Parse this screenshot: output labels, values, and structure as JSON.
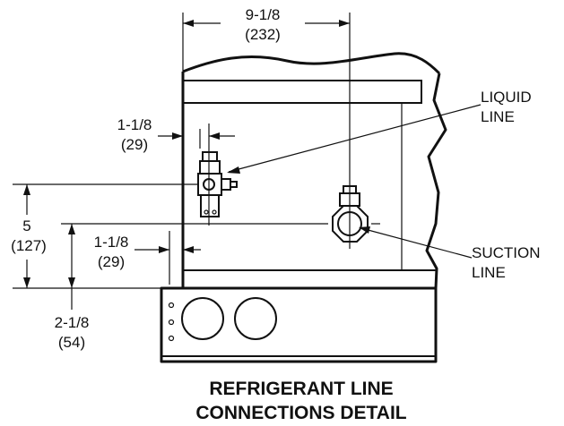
{
  "dimensions": {
    "top_width": {
      "imperial": "9-1/8",
      "metric": "(232)"
    },
    "left_offset": {
      "imperial": "1-1/8",
      "metric": "(29)"
    },
    "height_5": {
      "imperial": "5",
      "metric": "(127)"
    },
    "lower_offset": {
      "imperial": "1-1/8",
      "metric": "(29)"
    },
    "bottom_height": {
      "imperial": "2-1/8",
      "metric": "(54)"
    }
  },
  "callouts": {
    "liquid": {
      "line1": "LIQUID",
      "line2": "LINE"
    },
    "suction": {
      "line1": "SUCTION",
      "line2": "LINE"
    }
  },
  "title": {
    "line1": "REFRIGERANT LINE",
    "line2": "CONNECTIONS DETAIL"
  }
}
